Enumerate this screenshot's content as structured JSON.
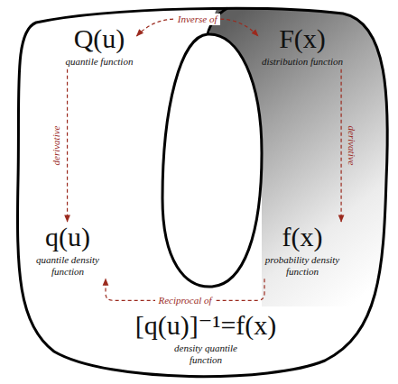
{
  "diagram": {
    "nodes": [
      {
        "text": [
          "Q(u)",
          "quantile function"
        ]
      },
      {
        "text": [
          "F(x)",
          "distribution function"
        ]
      },
      {
        "text": [
          "q(u)",
          "quantile density function"
        ]
      },
      {
        "text": [
          "f(x)",
          "probability density function"
        ]
      },
      {
        "text": [
          "[q(u)]⁻¹=f(x)",
          "density quantile function"
        ]
      }
    ],
    "edges": [
      {
        "from": 0,
        "to": 1,
        "label": "Inverse of",
        "arrow": "both"
      },
      {
        "from": 0,
        "to": 2,
        "label": "derivative",
        "arrow": "to"
      },
      {
        "from": 1,
        "to": 3,
        "label": "derivative",
        "arrow": "to"
      },
      {
        "from": 3,
        "to": 2,
        "label": "Reciprocal of",
        "arrow": "to"
      }
    ]
  }
}
